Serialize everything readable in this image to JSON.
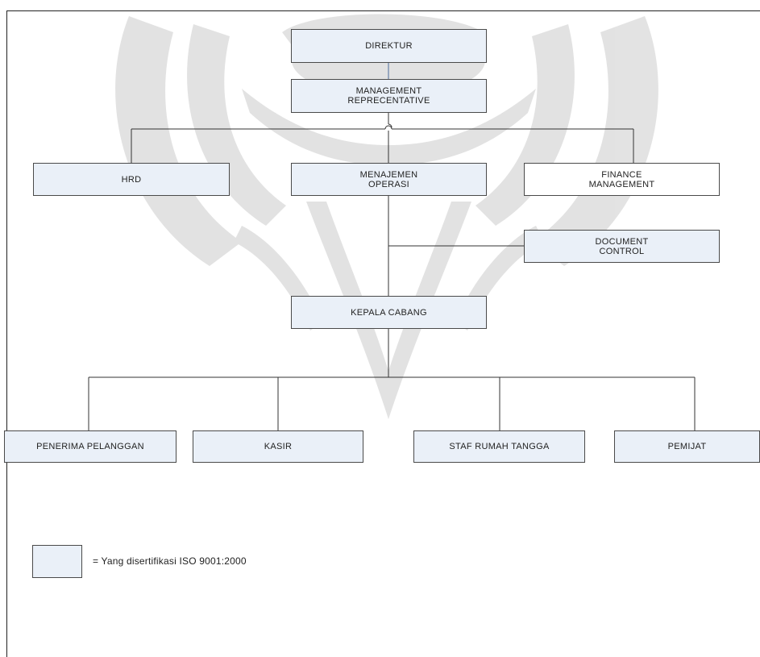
{
  "nodes": {
    "direktur": "DIREKTUR",
    "management_rep": "MANAGEMENT\nREPRECENTATIVE",
    "hrd": "HRD",
    "menajemen_operasi": "MENAJEMEN\nOPERASI",
    "finance_management": "FINANCE\nMANAGEMENT",
    "document_control": "DOCUMENT\nCONTROL",
    "kepala_cabang": "KEPALA CABANG",
    "penerima_pelanggan": "PENERIMA PELANGGAN",
    "kasir": "KASIR",
    "staf_rumah_tangga": "STAF RUMAH TANGGA",
    "pemijat": "PEMIJAT"
  },
  "legend": {
    "label": "= Yang disertifikasi ISO 9001:2000"
  },
  "colors": {
    "certified_fill": "#eaf0f8",
    "border": "#4a4a4a",
    "watermark": "#d6d6d6"
  }
}
